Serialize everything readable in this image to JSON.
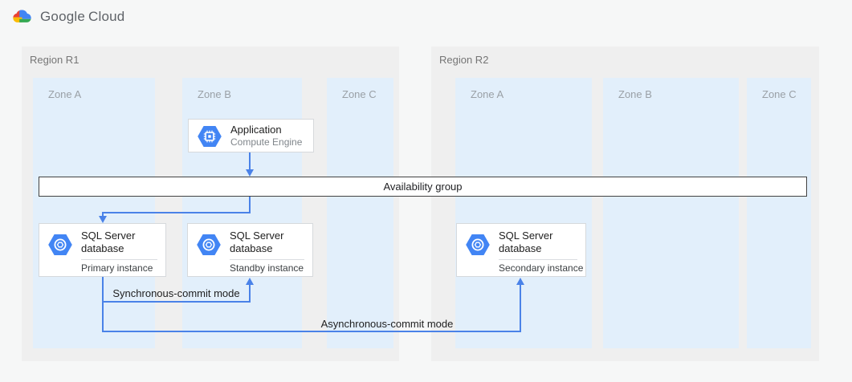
{
  "logo": {
    "google": "Google",
    "cloud": "Cloud"
  },
  "regions": [
    {
      "label": "Region R1",
      "zones": [
        {
          "label": "Zone A"
        },
        {
          "label": "Zone B"
        },
        {
          "label": "Zone C"
        }
      ]
    },
    {
      "label": "Region R2",
      "zones": [
        {
          "label": "Zone A"
        },
        {
          "label": "Zone B"
        },
        {
          "label": "Zone C"
        }
      ]
    }
  ],
  "nodes": {
    "application": {
      "title": "Application",
      "subtitle": "Compute Engine",
      "icon": "compute-engine-icon"
    },
    "availability_group": {
      "label": "Availability group"
    },
    "primary": {
      "title": "SQL Server database",
      "instance": "Primary instance",
      "icon": "cloud-sql-icon"
    },
    "standby": {
      "title": "SQL Server database",
      "instance": "Standby instance",
      "icon": "cloud-sql-icon"
    },
    "secondary": {
      "title": "SQL Server database",
      "instance": "Secondary instance",
      "icon": "cloud-sql-icon"
    }
  },
  "edges": {
    "sync_label": "Synchronous-commit mode",
    "async_label": "Asynchronous-commit mode"
  },
  "colors": {
    "accent_blue": "#4a82e8",
    "hexagon_blue": "#4285f4",
    "zone_fill": "#e2effb",
    "region_fill": "#efefef",
    "bar_border": "#424242",
    "logo_red": "#ea4335",
    "logo_yellow": "#fbbc05",
    "logo_green": "#34a853"
  }
}
